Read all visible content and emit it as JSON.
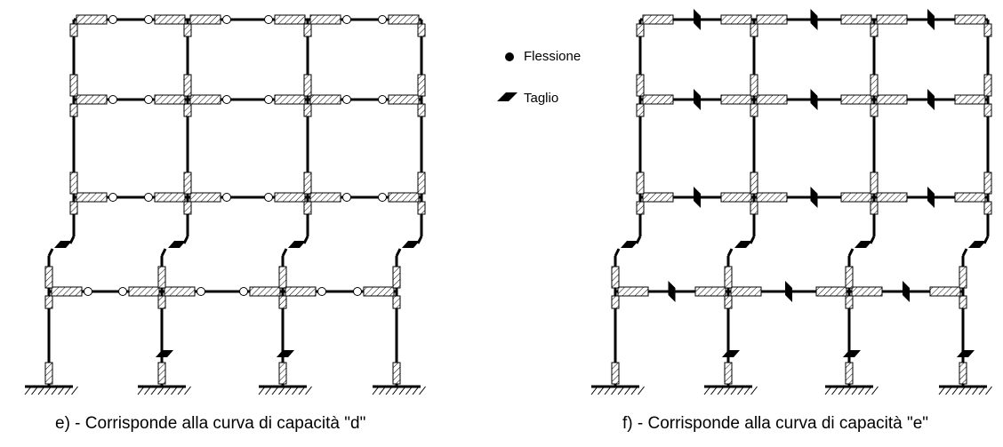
{
  "legend": {
    "flexure_label": "Flessione",
    "shear_label": "Taglio"
  },
  "captions": {
    "left": "e) - Corrisponde alla curva di capacità \"d\"",
    "right": "f) - Corrisponde alla curva di capacità \"e\""
  },
  "frames": [
    {
      "id": "e",
      "storeys_offset_first": true,
      "beam_hinge_type": "flexure",
      "column_shear_base": [
        false,
        true,
        true,
        false
      ]
    },
    {
      "id": "f",
      "storeys_offset_first": true,
      "beam_hinge_type": "shear",
      "column_shear_base": [
        false,
        true,
        true,
        true
      ]
    }
  ]
}
